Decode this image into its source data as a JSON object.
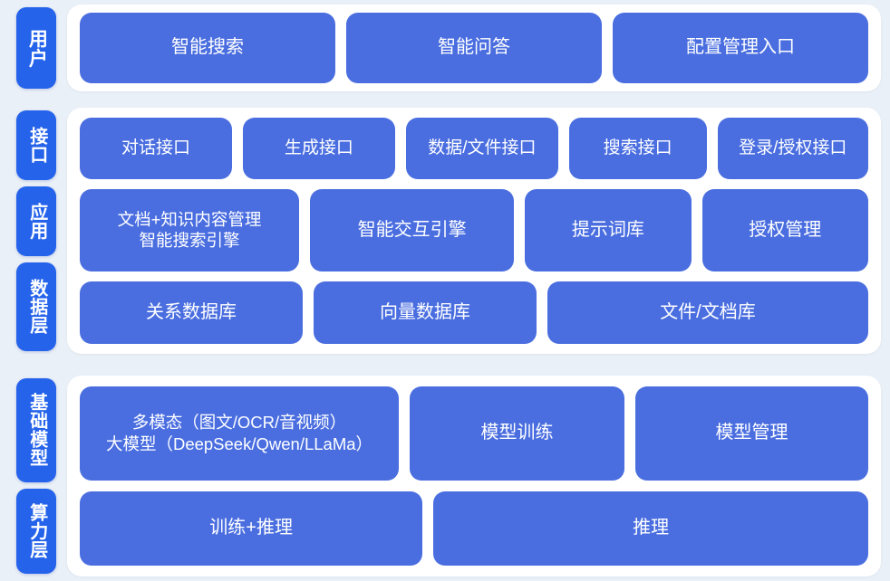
{
  "theme": {
    "page_background": "#eaf0f7",
    "panel_background": "#ffffff",
    "tab_blue": "#2563eb",
    "box_blue": "#4a6ee0",
    "text_on_blue": "#ffffff"
  },
  "bands": {
    "user": {
      "tabs": [
        "用户"
      ],
      "rows": [
        {
          "cells": [
            "智能搜索",
            "智能问答",
            "配置管理入口"
          ]
        }
      ]
    },
    "middle": {
      "tabs": [
        "接口",
        "应用",
        "数据层"
      ],
      "rows": [
        {
          "cells": [
            "对话接口",
            "生成接口",
            "数据/文件接口",
            "搜索接口",
            "登录/授权接口"
          ]
        },
        {
          "cells": [
            "文档+知识内容管理\n智能搜索引擎",
            "智能交互引擎",
            "提示词库",
            "授权管理"
          ]
        },
        {
          "cells": [
            "关系数据库",
            "向量数据库",
            "文件/文档库"
          ]
        }
      ]
    },
    "infra": {
      "tabs": [
        "基础模型",
        "算力层"
      ],
      "rows": [
        {
          "cells": [
            "多模态（图文/OCR/音视频）\n大模型（DeepSeek/Qwen/LLaMa）",
            "模型训练",
            "模型管理"
          ]
        },
        {
          "cells": [
            "训练+推理",
            "推理"
          ]
        }
      ]
    }
  }
}
